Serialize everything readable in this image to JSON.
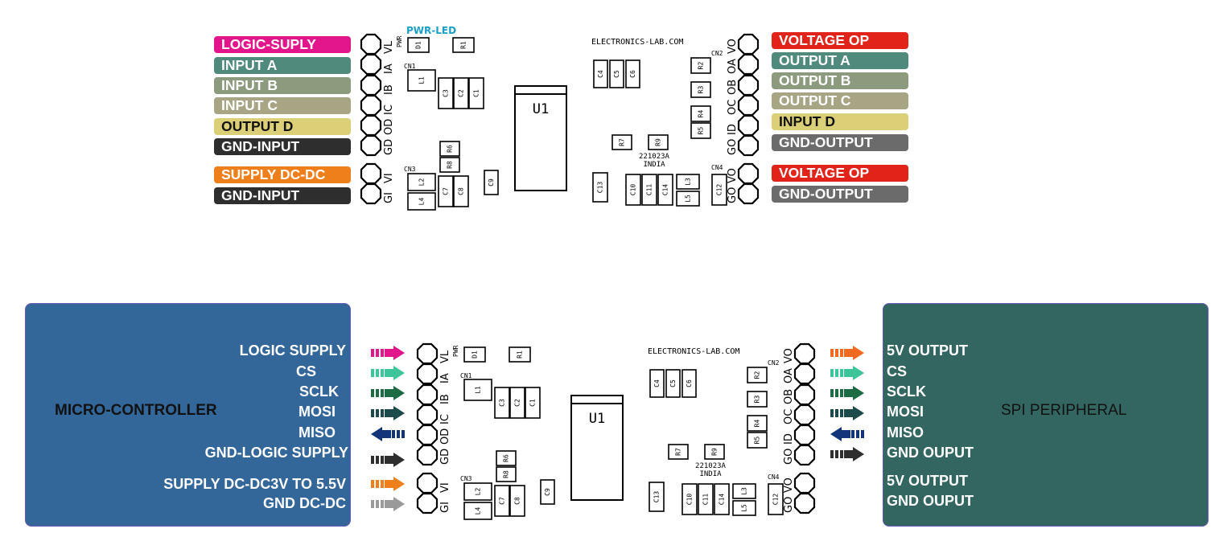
{
  "colors": {
    "magenta": "#e2158b",
    "teal": "#4f8a7c",
    "sage": "#8c9b7e",
    "khaki": "#a8a585",
    "yellow": "#dbcf78",
    "black": "#2e2e2e",
    "orange": "#ef7f1a",
    "red": "#e2231a",
    "grey": "#6b6b6b",
    "mcu_bg": "#336699",
    "spi_bg": "#336660",
    "arrow_mint": "#3cc49a",
    "arrow_green": "#1d6b45",
    "arrow_darkteal": "#1d4a4a",
    "arrow_navy": "#12357a",
    "arrow_grey": "#9a9a9a",
    "arrow_orange_out": "#f26a21"
  },
  "top": {
    "left_pills": [
      "LOGIC-SUPLY",
      "INPUT A",
      "INPUT B",
      "INPUT C",
      "OUTPUT D",
      "GND-INPUT",
      "SUPPLY DC-DC",
      "GND-INPUT"
    ],
    "right_pills": [
      "VOLTAGE OP",
      "OUTPUT A",
      "OUTPUT B",
      "OUTPUT C",
      "INPUT D",
      "GND-OUTPUT",
      "VOLTAGE OP",
      "GND-OUTPUT"
    ],
    "pwr_led": "PWR-LED"
  },
  "board": {
    "brand": "ELECTRONICS-LAB.COM",
    "code": "221023A",
    "country": "INDIA",
    "u1": "U1",
    "left_pins": [
      "VL",
      "IA",
      "IB",
      "IC",
      "OD",
      "GD"
    ],
    "left_pins2": [
      "VI",
      "GI"
    ],
    "right_pins": [
      "VO",
      "OA",
      "OB",
      "OC",
      "ID",
      "GO"
    ],
    "right_pins2": [
      "VO",
      "GO"
    ],
    "parts": {
      "pwr": "PWR",
      "d1": "D1",
      "r1": "R1",
      "cn1": "CN1",
      "l1": "L1",
      "c3": "C3",
      "c2": "C2",
      "c1": "C1",
      "r6": "R6",
      "r8": "R8",
      "cn3": "CN3",
      "l2": "L2",
      "l4": "L4",
      "c7": "C7",
      "c8": "C8",
      "c9": "C9",
      "c4": "C4",
      "c5": "C5",
      "c6": "C6",
      "cn2": "CN2",
      "r2": "R2",
      "r3": "R3",
      "r4": "R4",
      "r5": "R5",
      "r7": "R7",
      "r9": "R9",
      "c13": "C13",
      "c10": "C10",
      "c11": "C11",
      "c14": "C14",
      "l3": "L3",
      "l5": "L5",
      "c12": "C12",
      "cn4": "CN4"
    }
  },
  "bottom": {
    "mcu_title": "MICRO-CONTROLLER",
    "mcu_labels": [
      "LOGIC SUPPLY",
      "CS",
      "SCLK",
      "MOSI",
      "MISO",
      "GND-LOGIC SUPPLY",
      "SUPPLY DC-DC3V TO 5.5V",
      "GND DC-DC"
    ],
    "spi_title": "SPI PERIPHERAL",
    "spi_labels": [
      "5V OUTPUT",
      "CS",
      "SCLK",
      "MOSI",
      "MISO",
      "GND OUPUT",
      "5V OUTPUT",
      "GND OUPUT"
    ]
  }
}
